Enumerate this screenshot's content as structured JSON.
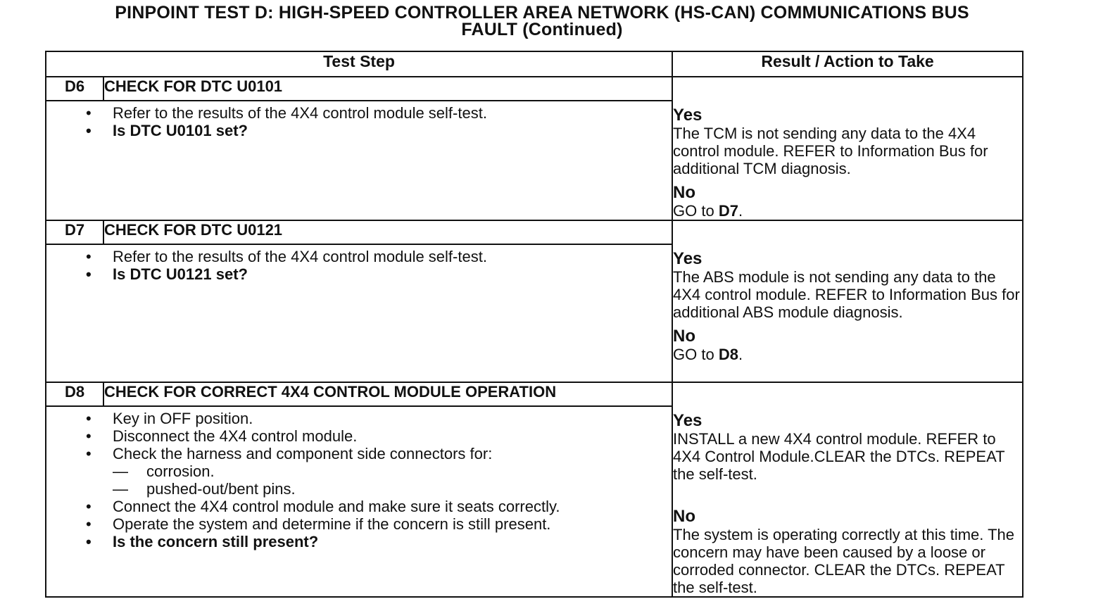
{
  "title_line1": "PINPOINT TEST D: HIGH-SPEED CONTROLLER AREA NETWORK (HS-CAN) COMMUNICATIONS BUS",
  "title_line2": "FAULT (Continued)",
  "headers": {
    "test_step": "Test Step",
    "result": "Result / Action to Take"
  },
  "steps": [
    {
      "id": "D6",
      "title": "CHECK FOR DTC U0101",
      "bullets": [
        "Refer to the results of the 4X4 control module self-test."
      ],
      "question": "Is DTC U0101 set?",
      "yes_label": "Yes",
      "yes_text": "The TCM is not sending any data to the 4X4 control module. REFER to Information Bus for additional TCM diagnosis.",
      "no_label": "No",
      "no_text": "GO to ",
      "no_target": "D7",
      "no_end": "."
    },
    {
      "id": "D7",
      "title": "CHECK FOR DTC U0121",
      "bullets": [
        "Refer to the results of the 4X4 control module self-test."
      ],
      "question": "Is DTC U0121 set?",
      "yes_label": "Yes",
      "yes_text": "The ABS module is not sending any data to the 4X4 control module. REFER to Information Bus for additional ABS module diagnosis.",
      "no_label": "No",
      "no_text": "GO to ",
      "no_target": "D8",
      "no_end": "."
    },
    {
      "id": "D8",
      "title": "CHECK FOR CORRECT 4X4 CONTROL MODULE OPERATION",
      "bullets": [
        "Key in OFF position.",
        "Disconnect the 4X4 control module.",
        "Check the harness and component side connectors for:"
      ],
      "sub_bullets": [
        "corrosion.",
        "pushed-out/bent pins."
      ],
      "bullets_after": [
        "Connect the 4X4 control module and make sure it seats correctly.",
        "Operate the system and determine if the concern is still present."
      ],
      "question": "Is the concern still present?",
      "yes_label": "Yes",
      "yes_text_a": "INSTALL a new 4X4 control module. REFER to ",
      "yes_link": "4X4 Control Module",
      "yes_text_b": ".CLEAR the DTCs. REPEAT the self-test.",
      "no_label": "No",
      "no_text": "The system is operating correctly at this time. The concern may have been caused by a loose or corroded connector. CLEAR the DTCs. REPEAT the self-test."
    }
  ]
}
